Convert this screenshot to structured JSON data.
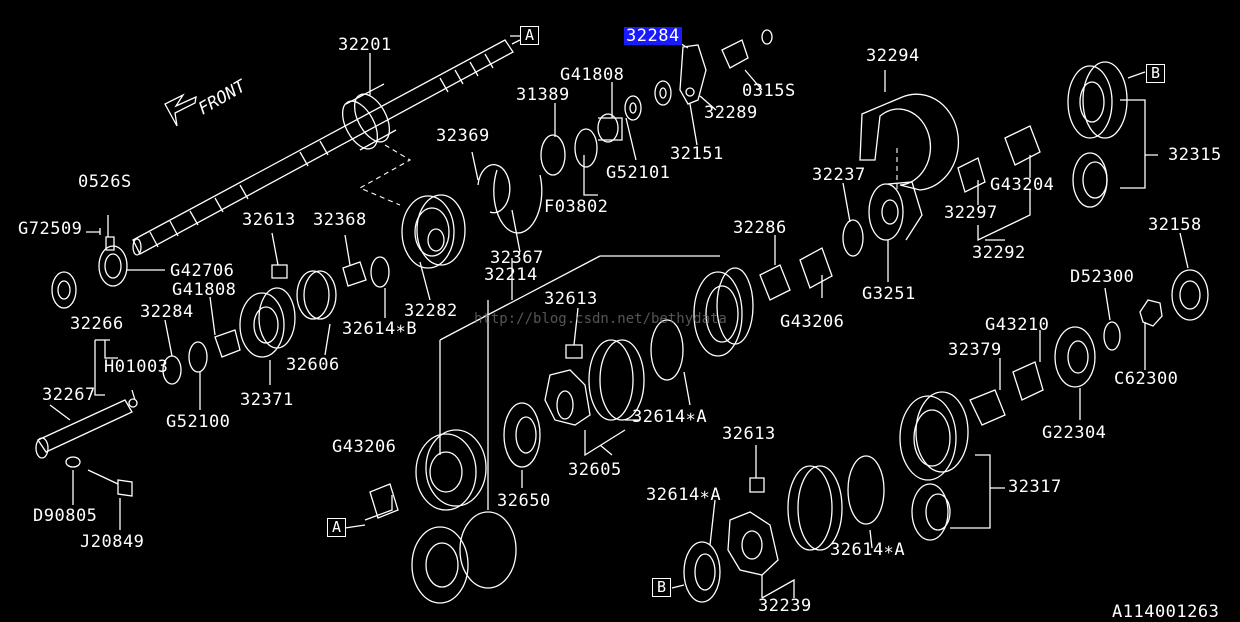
{
  "labels": {
    "p32201": "32201",
    "p32284_top": "32284",
    "p31389": "31389",
    "pG41808_top": "G41808",
    "p0315S": "0315S",
    "p32289": "32289",
    "p32151": "32151",
    "pG52101": "G52101",
    "p32369": "32369",
    "pF03802": "F03802",
    "p32367": "32367",
    "p32214": "32214",
    "p32294": "32294",
    "pB_ref_top": "B",
    "p32315": "32315",
    "pG43204": "G43204",
    "p32237": "32237",
    "p32297": "32297",
    "p32292": "32292",
    "p32286": "32286",
    "pG3251": "G3251",
    "pG43206_mid": "G43206",
    "p32158": "32158",
    "pD52300": "D52300",
    "pG43210": "G43210",
    "p32379": "32379",
    "pC62300": "C62300",
    "pG22304": "G22304",
    "p0526S": "0526S",
    "pG72509": "G72509",
    "pG42706": "G42706",
    "p32613_a": "32613",
    "p32368": "32368",
    "pG41808_left": "G41808",
    "p32614B": "32614∗B",
    "p32282": "32282",
    "p32266": "32266",
    "p32284_left": "32284",
    "pH01003": "H01003",
    "p32267": "32267",
    "pG52100": "G52100",
    "p32371": "32371",
    "p32606": "32606",
    "pD90805": "D90805",
    "pJ20849": "J20849",
    "p32613_b": "32613",
    "p32614A_a": "32614∗A",
    "p32605": "32605",
    "p32650": "32650",
    "pG43206_low": "G43206",
    "p32613_c": "32613",
    "p32614A_b": "32614∗A",
    "p32614A_c": "32614∗A",
    "p32317": "32317",
    "p32239": "32239",
    "pA_low": "A",
    "pB_low": "B",
    "pA_top": "A",
    "front": "FRONT",
    "drawing_no": "A114001263",
    "watermark": "http://blog.csdn.net/bethydata"
  },
  "colors": {
    "background": "#000000",
    "line": "#ffffff",
    "highlight": "#1a1aff"
  }
}
